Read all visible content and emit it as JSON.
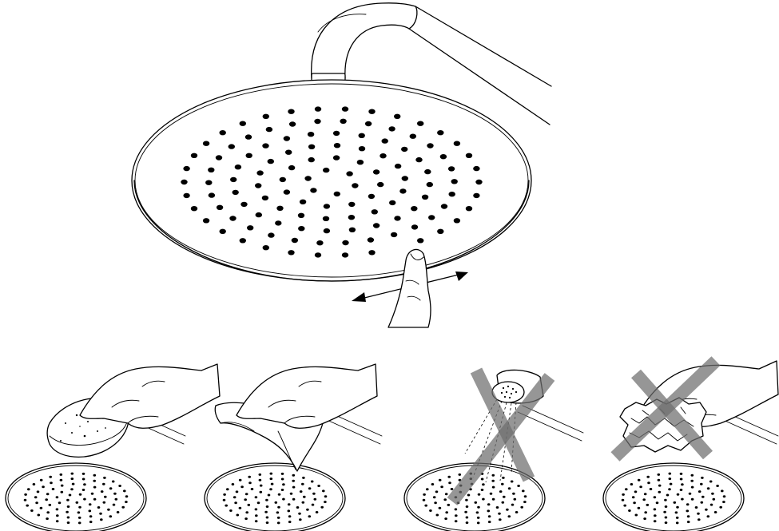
{
  "figure": {
    "main_illustration": "shower-head-nozzle-rubbing",
    "panels": [
      {
        "id": "panel-sponge",
        "allowed": true,
        "tool_icon": "sponge-icon"
      },
      {
        "id": "panel-cloth",
        "allowed": true,
        "tool_icon": "cloth-icon"
      },
      {
        "id": "panel-spray",
        "allowed": false,
        "tool_icon": "spray-bottle-icon",
        "mark": "prohibited-x"
      },
      {
        "id": "panel-scourer",
        "allowed": false,
        "tool_icon": "scouring-pad-icon",
        "mark": "prohibited-x"
      }
    ],
    "colors": {
      "line": "#000000",
      "background": "#ffffff",
      "prohibited_mark": "#6e6e6e"
    }
  }
}
